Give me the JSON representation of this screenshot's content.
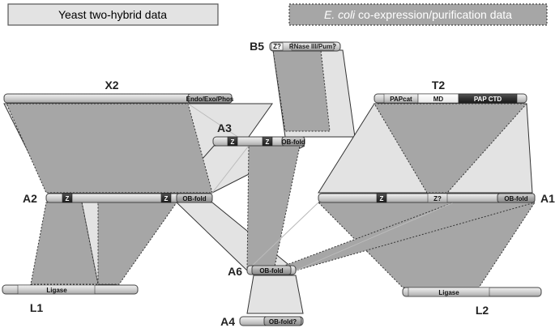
{
  "legend": {
    "yeast": "Yeast two-hybrid data",
    "ecoli_italic": "E. coli",
    "ecoli_rest": " co-expression/purification data"
  },
  "proteins": {
    "B5": {
      "name": "B5",
      "domains": [
        "Z?",
        "RNase III/Pum?"
      ]
    },
    "X2": {
      "name": "X2",
      "domains": [
        "Endo/Exo/Phos"
      ]
    },
    "T2": {
      "name": "T2",
      "domains": [
        "PAPcat",
        "MD",
        "PAP CTD"
      ]
    },
    "A3": {
      "name": "A3",
      "domains": [
        "Z",
        "Z",
        "OB-fold"
      ]
    },
    "A2": {
      "name": "A2",
      "domains": [
        "Z",
        "Z",
        "OB-fold"
      ]
    },
    "A1": {
      "name": "A1",
      "domains": [
        "Z",
        "Z?",
        "OB-fold"
      ]
    },
    "A6": {
      "name": "A6",
      "domains": [
        "OB-fold"
      ]
    },
    "L1": {
      "name": "L1",
      "domains": [
        "Ligase"
      ]
    },
    "L2": {
      "name": "L2",
      "domains": [
        "Ligase"
      ]
    },
    "A4": {
      "name": "A4",
      "domains": [
        "OB-fold?"
      ]
    }
  },
  "colors": {
    "yeast_fill": "#e3e3e3",
    "ecoli_fill": "#a6a6a6",
    "dark_fill": "#8c8c8c",
    "bar_fill": "#d6d6d6",
    "domain_dark": "#3a3a3a"
  }
}
